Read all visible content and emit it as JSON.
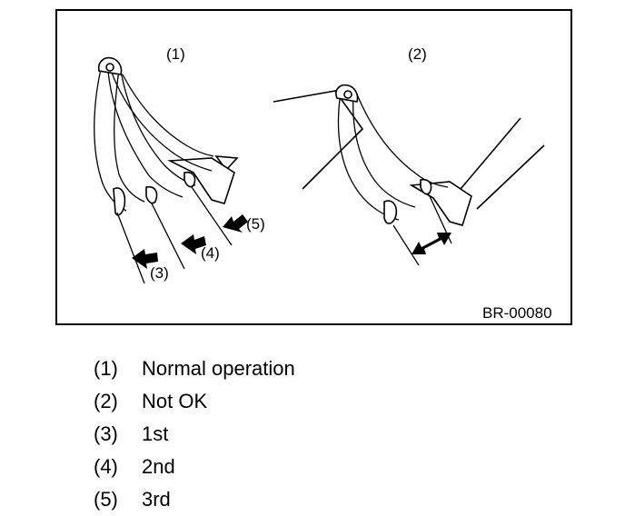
{
  "figure": {
    "labels": {
      "view1": "(1)",
      "view2": "(2)",
      "stage1": "(3)",
      "stage2": "(4)",
      "stage3": "(5)"
    },
    "code": "BR-00080"
  },
  "legend": [
    {
      "num": "(1)",
      "text": "Normal operation"
    },
    {
      "num": "(2)",
      "text": "Not OK"
    },
    {
      "num": "(3)",
      "text": "1st"
    },
    {
      "num": "(4)",
      "text": "2nd"
    },
    {
      "num": "(5)",
      "text": "3rd"
    }
  ]
}
